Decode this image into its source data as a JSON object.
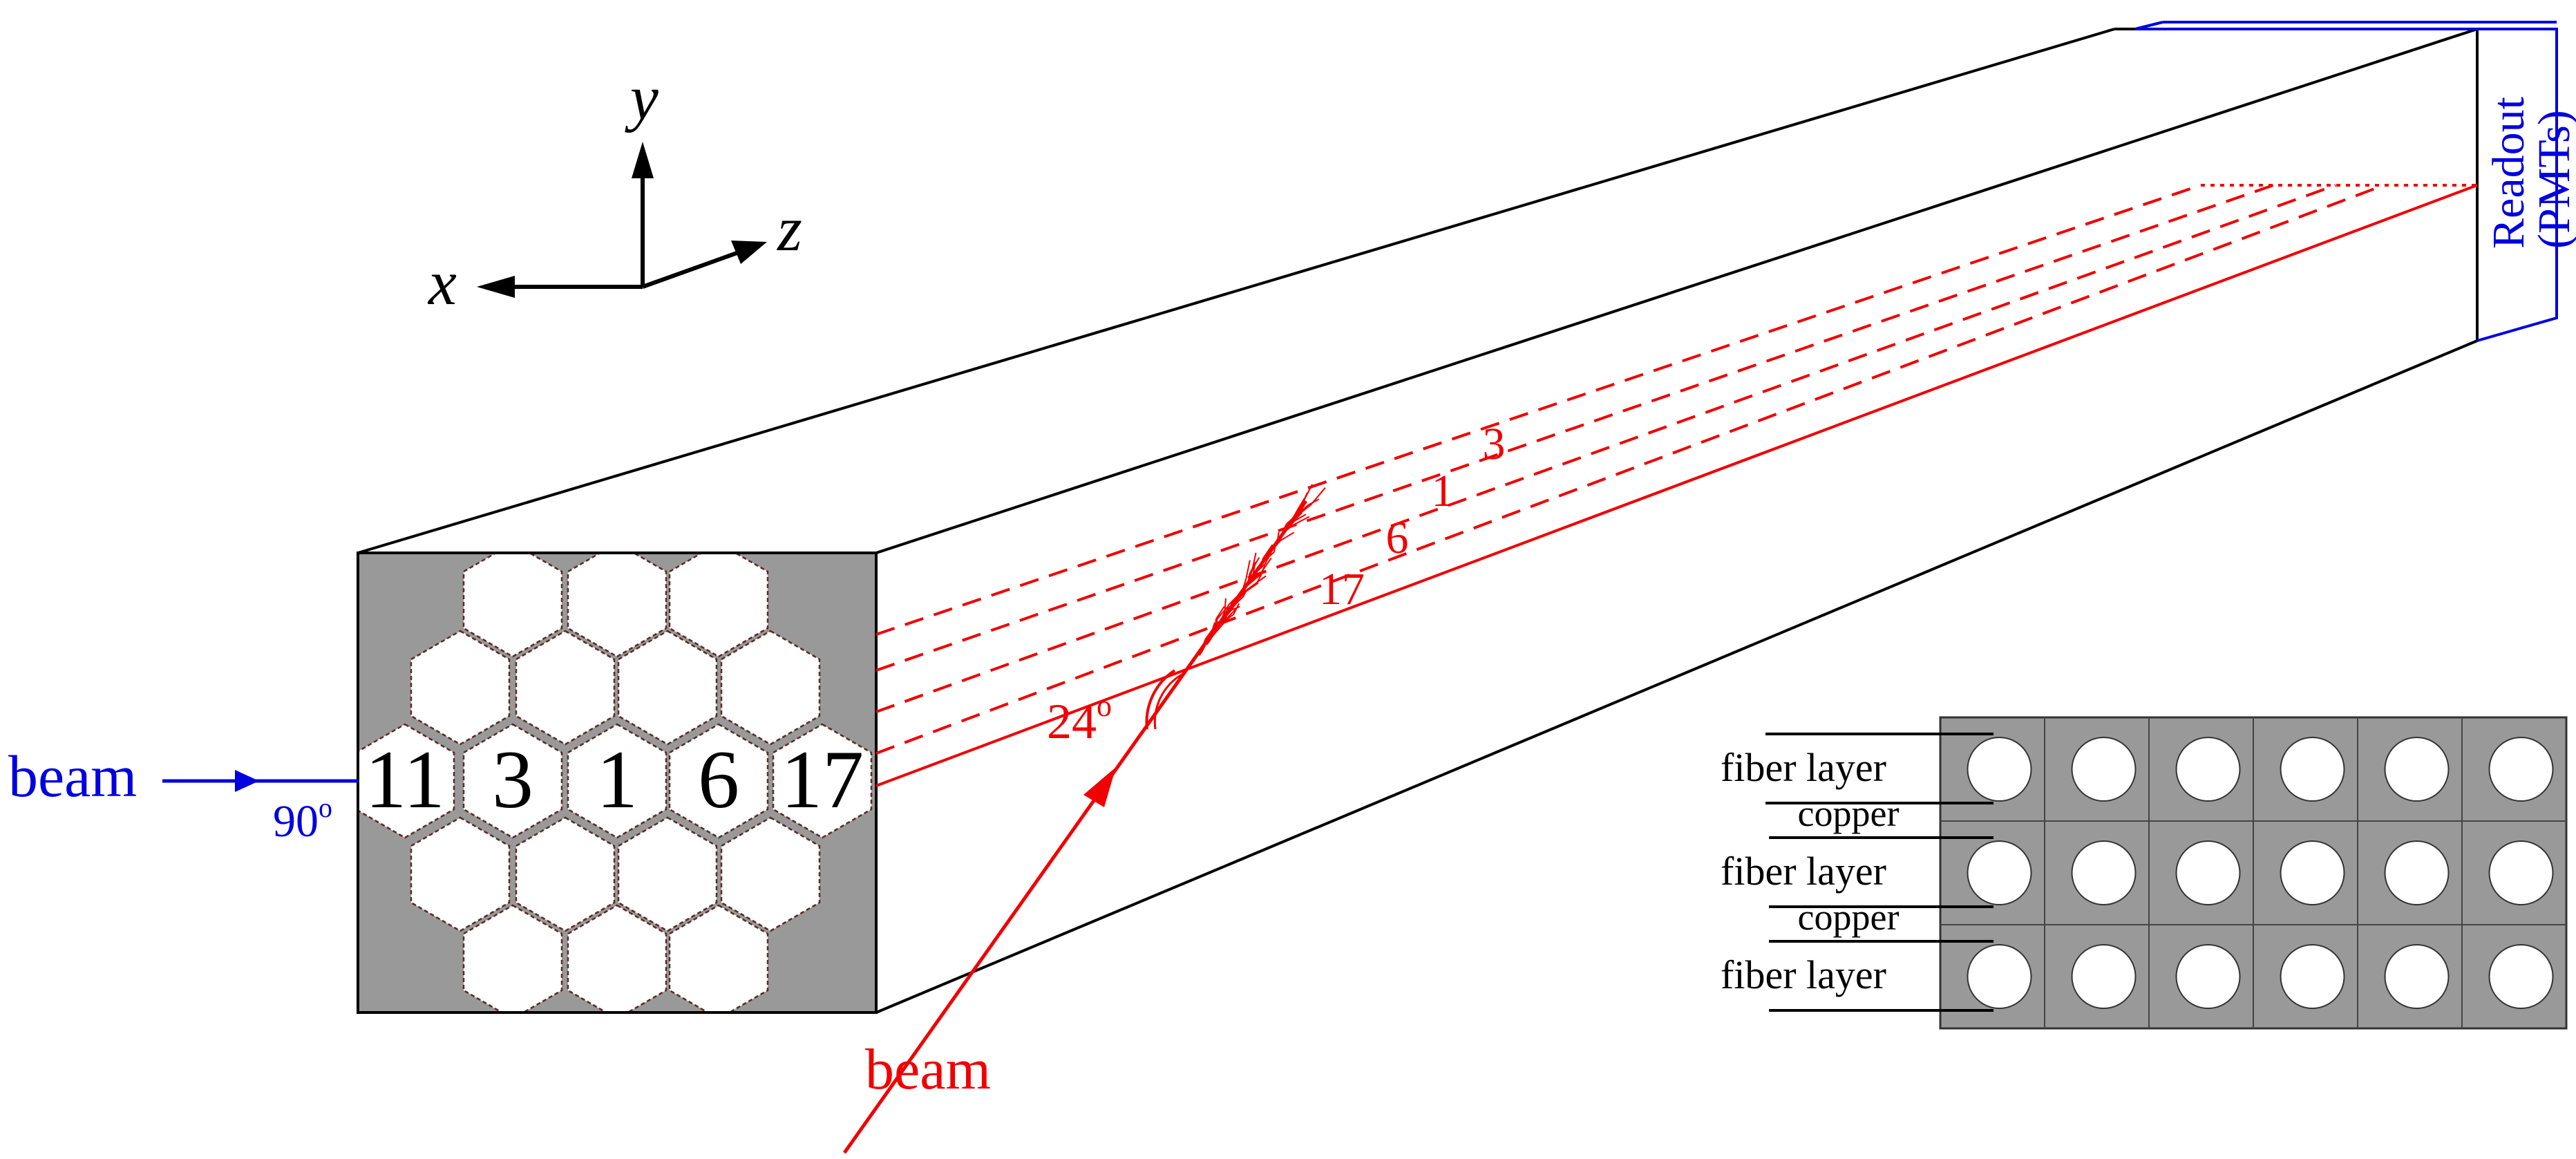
{
  "axes": {
    "y": "y",
    "x": "x",
    "z": "z"
  },
  "module": {
    "front_face_numbers": [
      "11",
      "3",
      "1",
      "6",
      "17"
    ],
    "tower_labels": [
      "3",
      "1",
      "6",
      "17"
    ]
  },
  "beam_perpendicular": {
    "label": "beam",
    "angle": "90"
  },
  "beam_inclined": {
    "label": "beam",
    "angle": "24"
  },
  "readout": {
    "line1": "Readout",
    "line2": "(PMTs)"
  },
  "inset": {
    "labels": [
      "fiber layer",
      "copper",
      "fiber layer",
      "copper",
      "fiber layer"
    ],
    "rows": 3,
    "cols": 6
  },
  "colors": {
    "beam_blue": "#0000e0",
    "beam_red": "#f00000",
    "absorber_gray": "#999999",
    "honeycomb": "#5a2a2a"
  }
}
